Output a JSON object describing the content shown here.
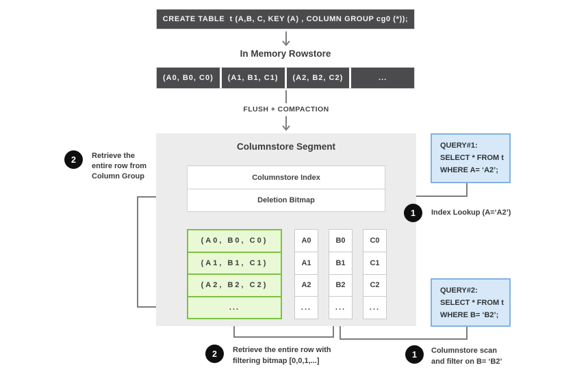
{
  "create_table": {
    "sql": "CREATE TABLE  t (A,B, C, KEY (A) , COLUMN GROUP cg0 (*));"
  },
  "rowstore": {
    "title": "In Memory Rowstore",
    "cells": [
      "(A0, B0, C0)",
      "(A1, B1, C1)",
      "(A2, B2, C2)",
      "..."
    ]
  },
  "flush_label": "FLUSH + COMPACTION",
  "segment": {
    "title": "Columnstore Segment",
    "index_label": "Columnstore Index",
    "bitmap_label": "Deletion Bitmap",
    "column_group_rows": [
      "(A0, B0, C0)",
      "(A1, B1, C1)",
      "(A2, B2, C2)",
      "..."
    ],
    "column_a": [
      "A0",
      "A1",
      "A2",
      "..."
    ],
    "column_b": [
      "B0",
      "B1",
      "B2",
      "..."
    ],
    "column_c": [
      "C0",
      "C1",
      "C2",
      "..."
    ]
  },
  "query1": {
    "lines": [
      "QUERY#1:",
      "SELECT * FROM t",
      "WHERE A= ‘A2’;"
    ]
  },
  "query2": {
    "lines": [
      "QUERY#2:",
      "SELECT * FROM t",
      "WHERE B= ‘B2’;"
    ]
  },
  "annotations": {
    "retrieve_row_group": {
      "badge": "2",
      "lines": [
        "Retrieve the",
        "entire row from",
        "Column Group"
      ]
    },
    "index_lookup": {
      "badge": "1",
      "text": "Index Lookup (A=‘A2’)"
    },
    "retrieve_row_bitmap": {
      "badge": "2",
      "lines": [
        "Retrieve the entire row with",
        "filtering bitmap [0,0,1,...]"
      ]
    },
    "columnstore_scan": {
      "badge": "1",
      "lines": [
        "Columnstore scan",
        "and filter on B= ‘B2’"
      ]
    }
  },
  "colors": {
    "dark_bar": "#4b4b4d",
    "segment_bg": "#ececec",
    "green_fill": "#e9f8d5",
    "green_border": "#7cc242",
    "query_fill": "#d7e9f8",
    "query_border": "#82b1de",
    "connector": "#7c7c7c",
    "badge": "#0f0f0f"
  }
}
